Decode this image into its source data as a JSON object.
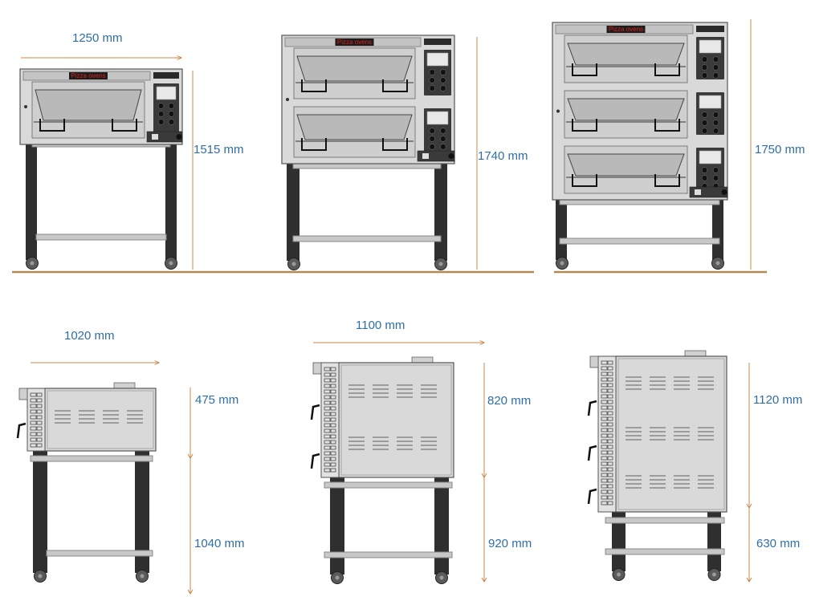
{
  "brand_label": "Pizza ovens",
  "colors": {
    "dimension_text": "#2e6ea6",
    "dimension_line": "#c8884a",
    "floor_line": "#b08a55",
    "oven_body": "#d9d9d9",
    "oven_outline": "#555555",
    "leg": "#2f2f2f",
    "panel": "#3a3a3a",
    "brand_text": "#e0201a"
  },
  "front_views": [
    {
      "name": "single-deck",
      "decks": 1,
      "width_label": "1250  mm",
      "height_label": "1515 mm"
    },
    {
      "name": "double-deck",
      "decks": 2,
      "height_label": "1740 mm"
    },
    {
      "name": "triple-deck",
      "decks": 3,
      "height_label": "1750 mm"
    }
  ],
  "side_views": [
    {
      "name": "single-deck",
      "depth_label": "1020 mm",
      "body_height_label": "475 mm",
      "stand_height_label": "1040 mm"
    },
    {
      "name": "double-deck",
      "depth_label": "1100 mm",
      "body_height_label": "820 mm",
      "stand_height_label": "920 mm"
    },
    {
      "name": "triple-deck",
      "body_height_label": "1120 mm",
      "stand_height_label": "630 mm"
    }
  ]
}
